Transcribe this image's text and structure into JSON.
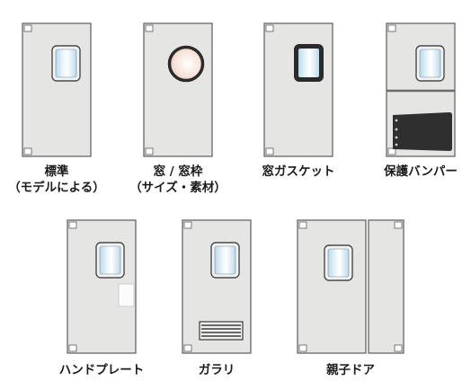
{
  "colors": {
    "door_fill": "#e5e5e3",
    "door_stroke": "#5c5c5c",
    "window_glass": "#cfe6f2",
    "bumper": "#2f2f2f",
    "porthole_ring": "#2b2b2b",
    "porthole_glass": "#f6e4da"
  },
  "doors": [
    {
      "id": "standard",
      "label_line1": "標準",
      "label_line2": "（モデルによる）"
    },
    {
      "id": "window-frame",
      "label_line1": "窓 / 窓枠",
      "label_line2": "（サイズ・素材）"
    },
    {
      "id": "window-gasket",
      "label_line1": "窓ガスケット",
      "label_line2": ""
    },
    {
      "id": "bumper",
      "label_line1": "保護バンパー",
      "label_line2": ""
    },
    {
      "id": "hand-plate",
      "label_line1": "ハンドプレート",
      "label_line2": ""
    },
    {
      "id": "louver",
      "label_line1": "ガラリ",
      "label_line2": ""
    },
    {
      "id": "double-door",
      "label_line1": "親子ドア",
      "label_line2": ""
    }
  ]
}
